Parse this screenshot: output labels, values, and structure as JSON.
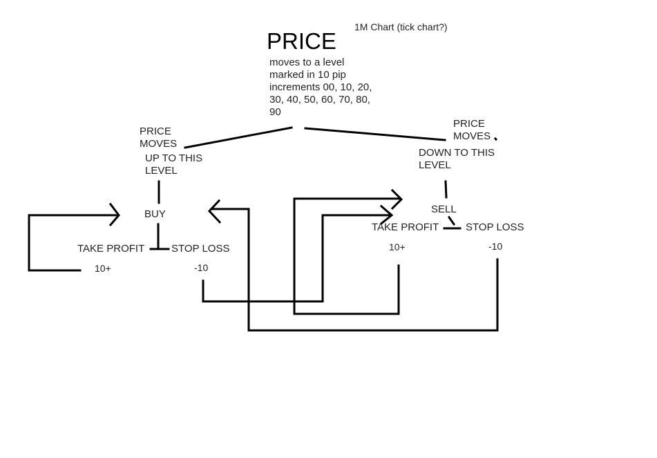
{
  "header": {
    "title": "PRICE",
    "chart_note": "1M Chart (tick chart?)",
    "description": "moves to a level\nmarked in 10 pip\nincrements 00, 10, 20,\n30, 40, 50, 60, 70, 80,\n90"
  },
  "buy_branch": {
    "price_moves": "PRICE\nMOVES",
    "direction": "UP TO THIS\nLEVEL",
    "action": "BUY",
    "take_profit": "TAKE PROFIT",
    "stop_loss": "STOP LOSS",
    "take_profit_value": "10+",
    "stop_loss_value": "-10"
  },
  "sell_branch": {
    "price_moves": "PRICE\nMOVES",
    "direction": "DOWN TO THIS\nLEVEL",
    "action": "SELL",
    "take_profit": "TAKE PROFIT",
    "stop_loss": "STOP LOSS",
    "take_profit_value": "10+",
    "stop_loss_value": "-10"
  }
}
